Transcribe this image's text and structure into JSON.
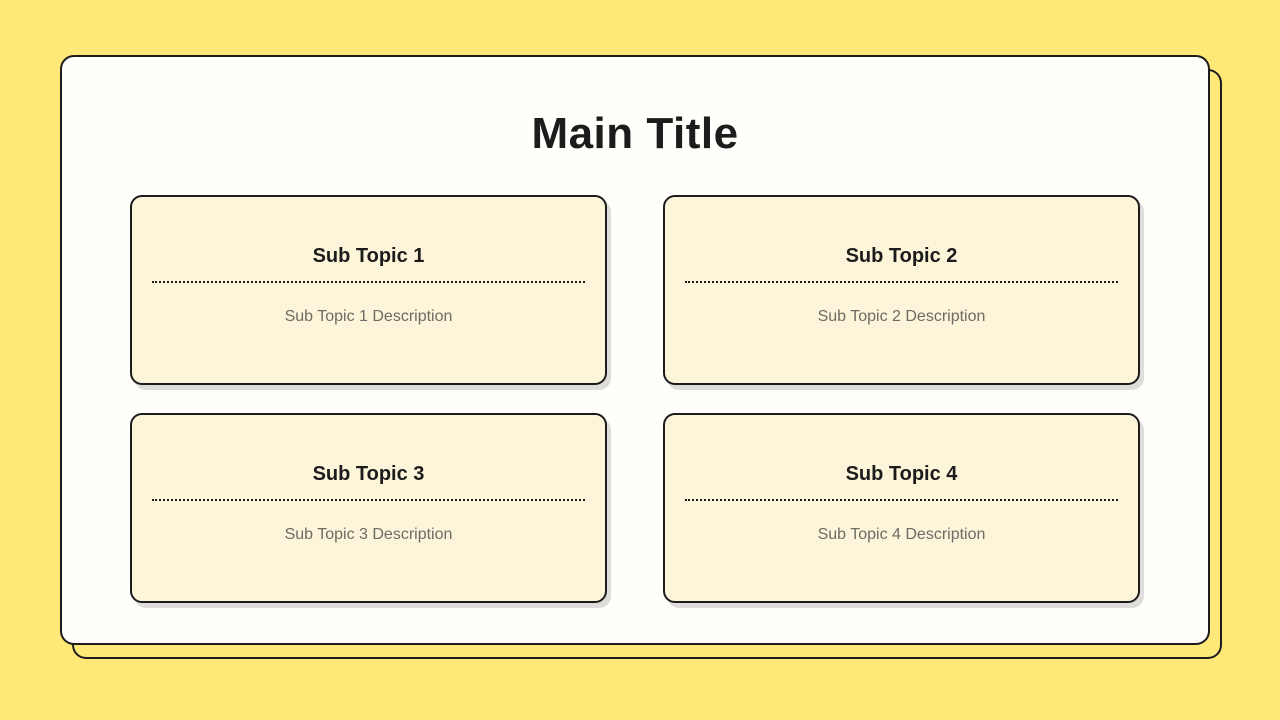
{
  "slide": {
    "title": "Main Title"
  },
  "cards": [
    {
      "title": "Sub Topic 1",
      "description": "Sub Topic 1 Description"
    },
    {
      "title": "Sub Topic 2",
      "description": "Sub Topic 2 Description"
    },
    {
      "title": "Sub Topic 3",
      "description": "Sub Topic 3 Description"
    },
    {
      "title": "Sub Topic 4",
      "description": "Sub Topic 4 Description"
    }
  ],
  "colors": {
    "background": "#fde878",
    "panel_background": "#fffefa",
    "card_background": "#fcf5da",
    "border": "#1c1c1c",
    "description_text": "#6d6c64"
  }
}
